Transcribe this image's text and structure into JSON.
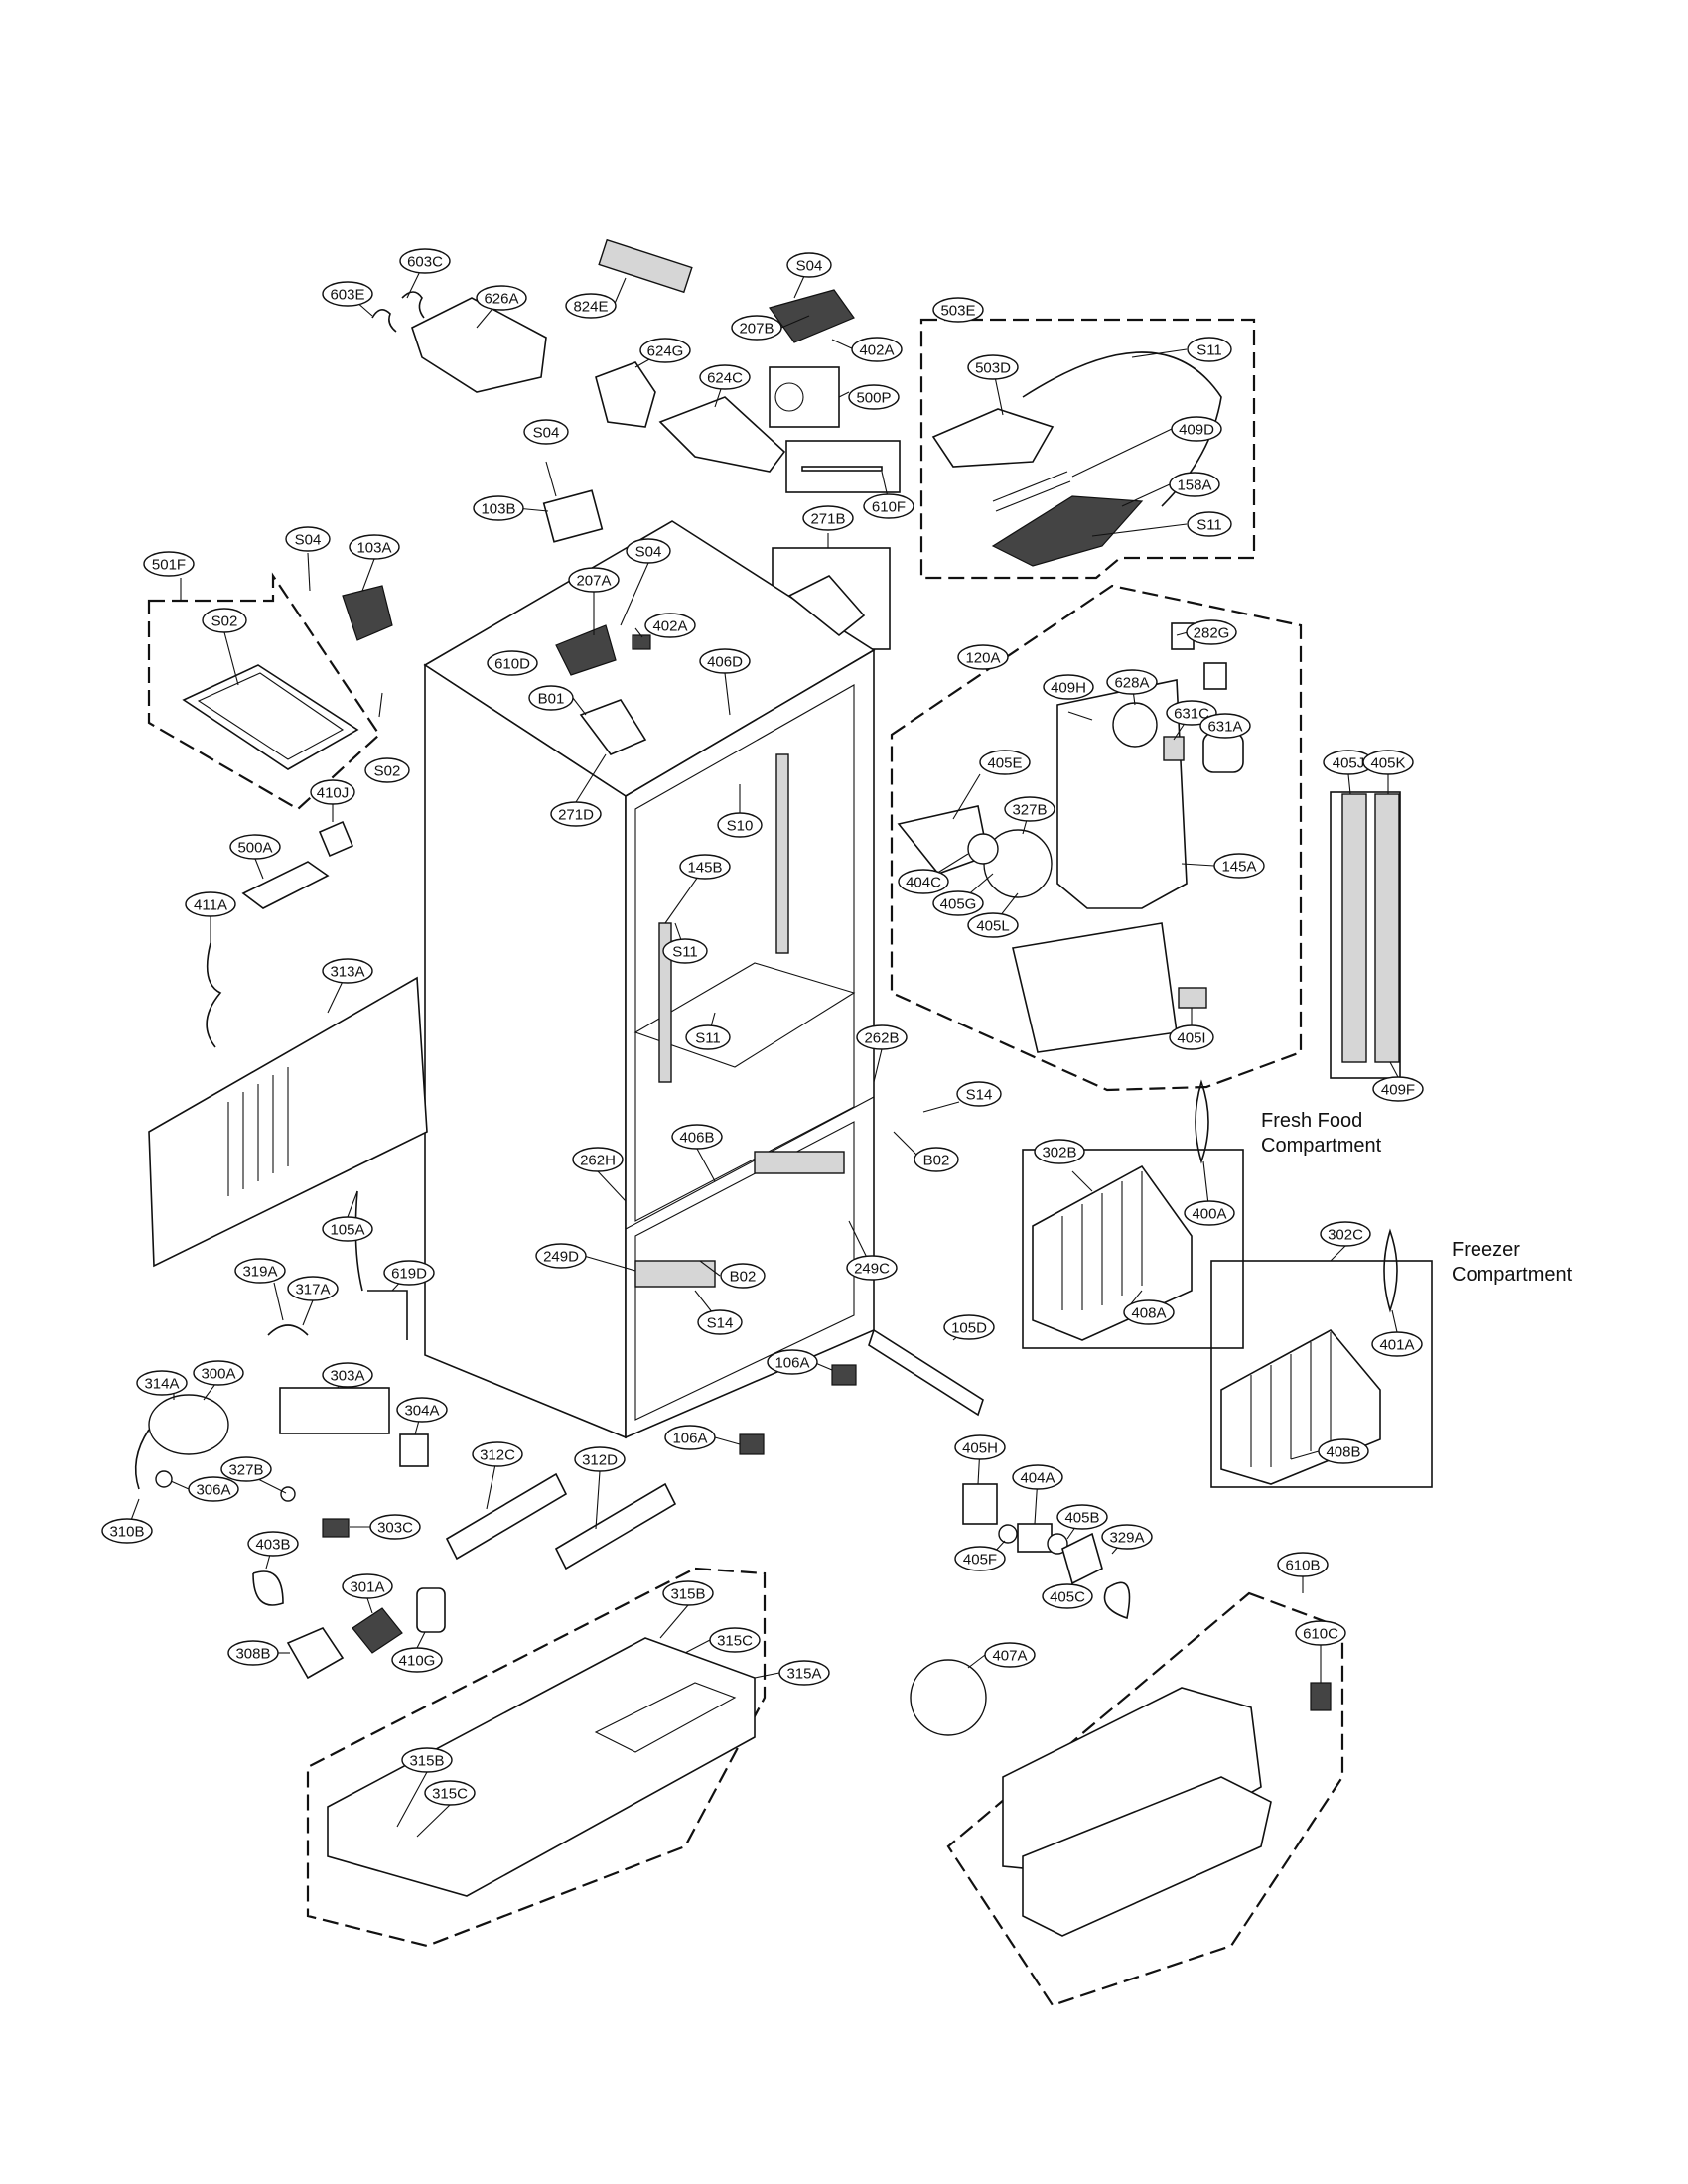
{
  "captions": {
    "fresh_food_line1": "Fresh Food",
    "fresh_food_line2": "Compartment",
    "freezer_line1": "Freezer",
    "freezer_line2": "Compartment"
  },
  "callouts": [
    "603E",
    "603C",
    "626A",
    "824E",
    "S04",
    "207B",
    "402A",
    "503E",
    "S11",
    "503D",
    "500P",
    "624G",
    "624C",
    "409D",
    "610F",
    "158A",
    "S04",
    "103B",
    "271B",
    "S11",
    "501F",
    "S04",
    "103A",
    "S04",
    "207A",
    "402A",
    "S02",
    "610D",
    "406D",
    "B01",
    "282G",
    "120A",
    "409H",
    "628A",
    "631C",
    "631A",
    "405J",
    "405K",
    "S02",
    "271D",
    "410J",
    "S10",
    "405E",
    "327B",
    "500A",
    "145B",
    "145A",
    "404C",
    "405G",
    "405L",
    "411A",
    "313A",
    "S11",
    "S11",
    "405I",
    "262B",
    "409F",
    "S14",
    "B02",
    "406B",
    "262H",
    "302B",
    "400A",
    "105A",
    "249D",
    "B02",
    "249C",
    "302C",
    "319A",
    "317A",
    "619D",
    "S14",
    "105D",
    "106A",
    "303A",
    "314A",
    "300A",
    "304A",
    "312C",
    "312D",
    "106A",
    "408A",
    "401A",
    "327B",
    "306A",
    "310B",
    "303C",
    "408B",
    "403B",
    "405H",
    "404A",
    "405B",
    "329A",
    "405F",
    "405C",
    "301A",
    "308B",
    "410G",
    "315B",
    "315C",
    "315A",
    "610B",
    "407A",
    "610C",
    "315B",
    "315C"
  ]
}
